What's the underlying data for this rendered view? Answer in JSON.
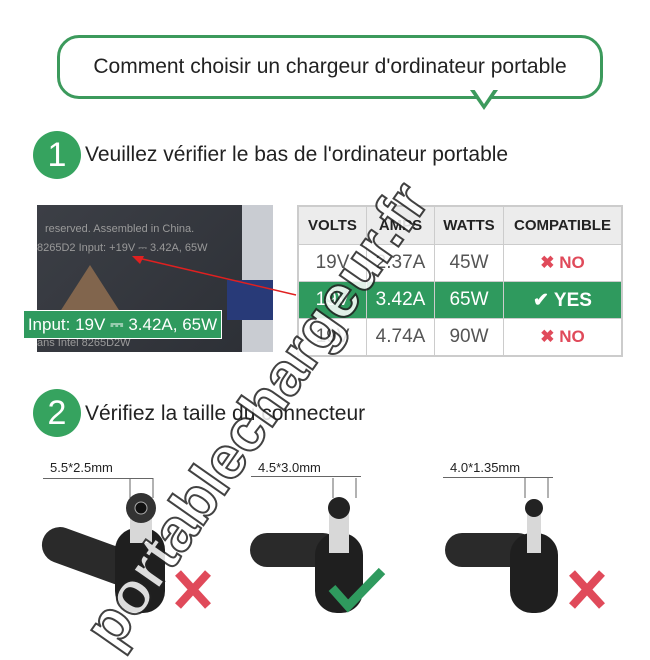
{
  "title": "Comment choisir un chargeur d'ordinateur portable",
  "step1": {
    "number": "1",
    "text": "Veuillez vérifier le bas de l'ordinateur portable"
  },
  "photo": {
    "line1": "reserved. Assembled in China.",
    "line2": "8265D2 Input: +19V ⎓ 3.42A, 65W",
    "line3": "ans Intel 8265D2W",
    "label": "Input: 19V ⎓ 3.42A, 65W"
  },
  "table": {
    "headers": [
      "VOLTS",
      "AMPS",
      "WATTS",
      "COMPATIBLE"
    ],
    "rows": [
      {
        "volts": "19V",
        "amps": "2.37A",
        "watts": "45W",
        "compatible": "NO",
        "icon": "✖"
      },
      {
        "volts": "19V",
        "amps": "3.42A",
        "watts": "65W",
        "compatible": "YES",
        "icon": "✔"
      },
      {
        "volts": "19V",
        "amps": "4.74A",
        "watts": "90W",
        "compatible": "NO",
        "icon": "✖"
      }
    ]
  },
  "step2": {
    "number": "2",
    "text": "Vérifiez la taille du connecteur"
  },
  "connectors": [
    {
      "size": "5.5*2.5mm",
      "ok": false
    },
    {
      "size": "4.5*3.0mm",
      "ok": true
    },
    {
      "size": "4.0*1.35mm",
      "ok": false
    }
  ],
  "watermark": "portablechargeur.fr",
  "colors": {
    "green": "#36a35f",
    "red": "#e04a5a"
  }
}
